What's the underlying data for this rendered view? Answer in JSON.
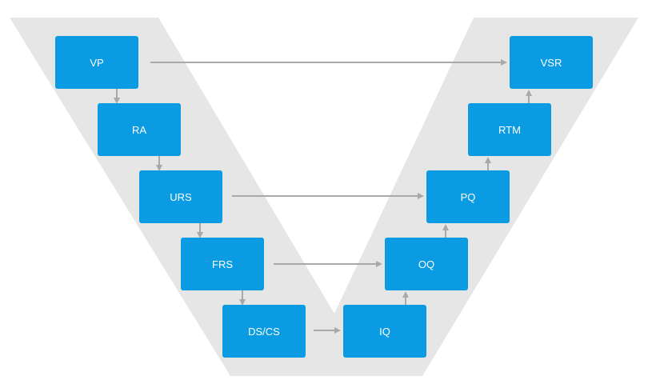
{
  "colors": {
    "background": "#ffffff",
    "v_band": "#e6e6e6",
    "node_fill": "#0a9be3",
    "node_text": "#ffffff",
    "arrow": "#a9a9a9"
  },
  "nodes": {
    "vp": "VP",
    "ra": "RA",
    "urs": "URS",
    "frs": "FRS",
    "dscs": "DS/CS",
    "iq": "IQ",
    "oq": "OQ",
    "pq": "PQ",
    "rtm": "RTM",
    "vsr": "VSR"
  }
}
